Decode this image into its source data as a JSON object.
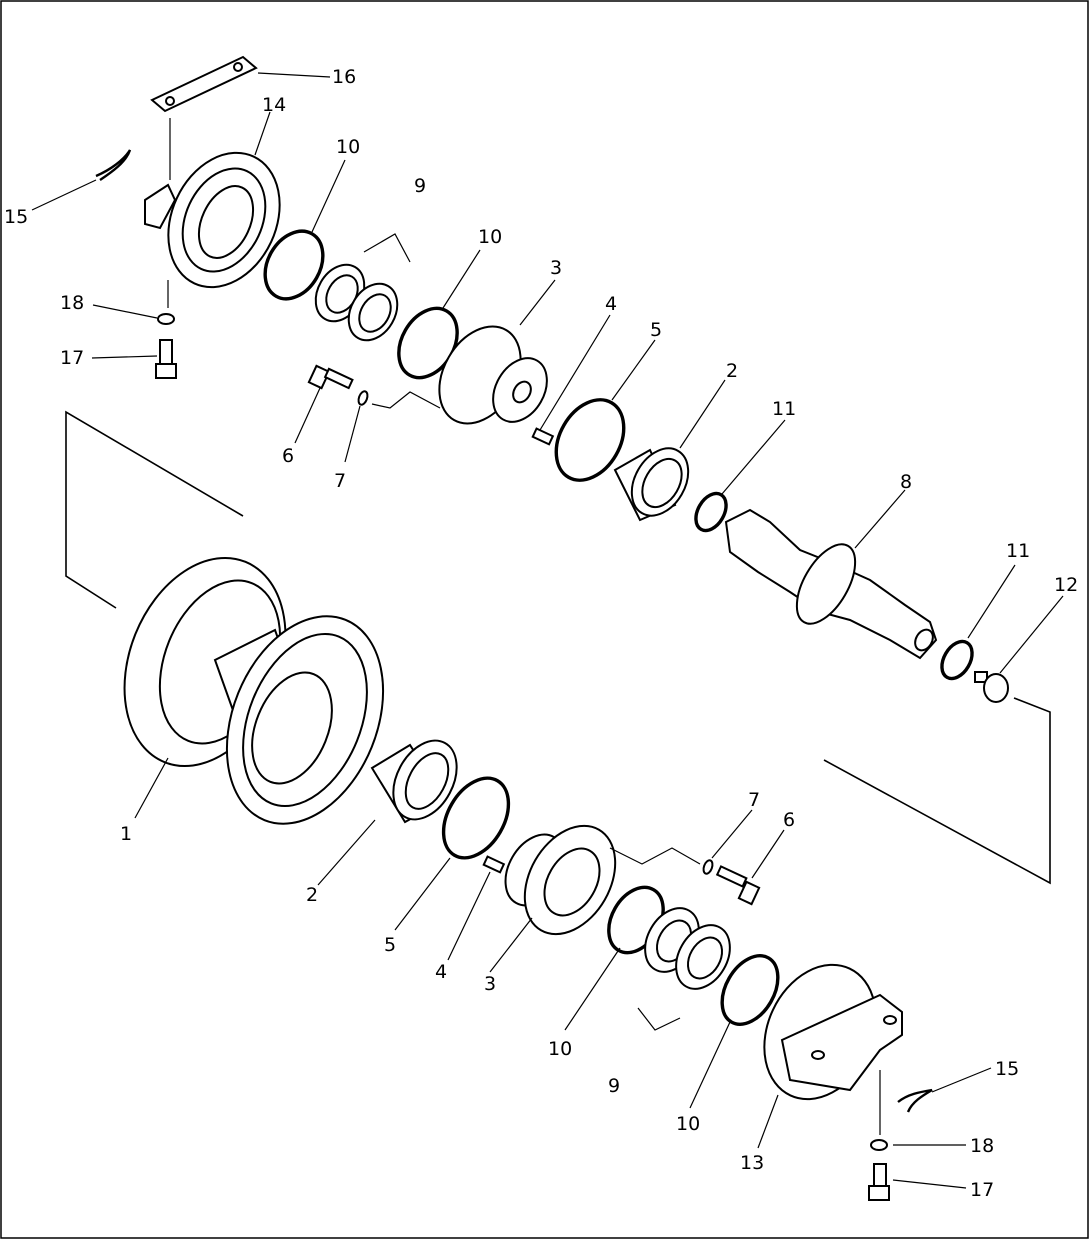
{
  "frame": {
    "stroke_color": "#000000",
    "background": "#ffffff"
  },
  "labels": {
    "l1": "1",
    "l2a": "2",
    "l2b": "2",
    "l3a": "3",
    "l3b": "3",
    "l4a": "4",
    "l4b": "4",
    "l5a": "5",
    "l5b": "5",
    "l6a": "6",
    "l6b": "6",
    "l7a": "7",
    "l7b": "7",
    "l8": "8",
    "l9a": "9",
    "l9b": "9",
    "l10a": "10",
    "l10b": "10",
    "l10c": "10",
    "l10d": "10",
    "l11a": "11",
    "l11b": "11",
    "l12": "12",
    "l13": "13",
    "l14": "14",
    "l15a": "15",
    "l15b": "15",
    "l16": "16",
    "l17a": "17",
    "l17b": "17",
    "l18a": "18",
    "l18b": "18"
  }
}
